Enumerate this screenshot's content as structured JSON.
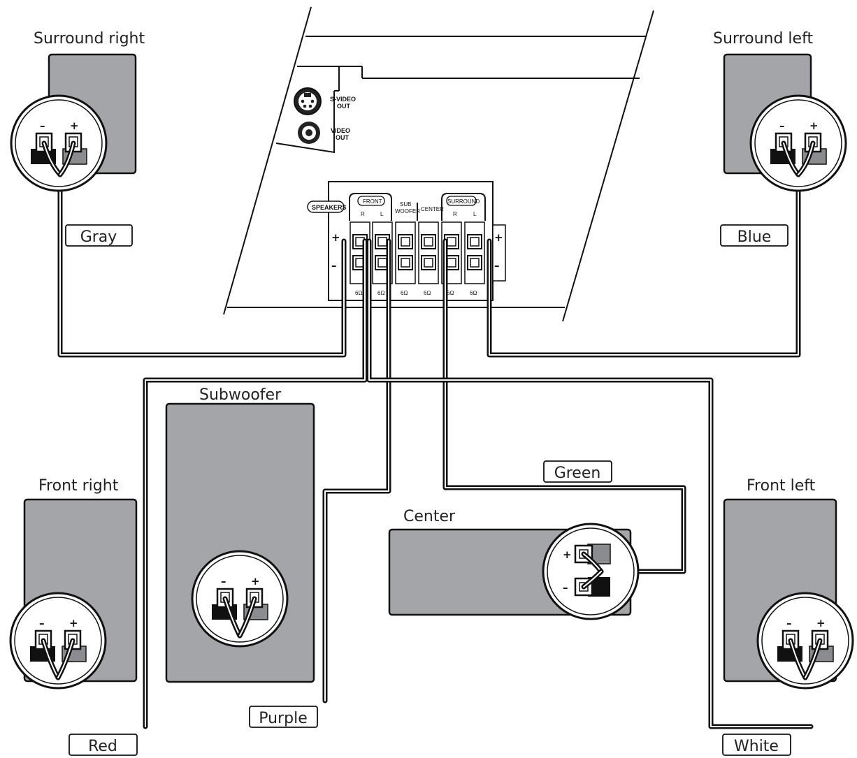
{
  "speakers": {
    "surround_right": "Surround right",
    "surround_left": "Surround left",
    "subwoofer": "Subwoofer",
    "front_right": "Front right",
    "front_left": "Front left",
    "center": "Center"
  },
  "wire_colors": {
    "gray": "Gray",
    "blue": "Blue",
    "green": "Green",
    "purple": "Purple",
    "red": "Red",
    "white": "White"
  },
  "unit_panel": {
    "svideo_line1": "S-VIDEO",
    "svideo_line2": "OUT",
    "video_line1": "VIDEO",
    "video_line2": "OUT",
    "speakers_badge": "SPEAKERS",
    "front": "FRONT",
    "sub_line1": "SUB",
    "sub_line2": "WOOFER",
    "center": "CENTER",
    "surround": "SURROUND",
    "r": "R",
    "l": "L",
    "ohm": "6Ω"
  },
  "terminal_signs": {
    "minus": "–",
    "plus": "+"
  }
}
